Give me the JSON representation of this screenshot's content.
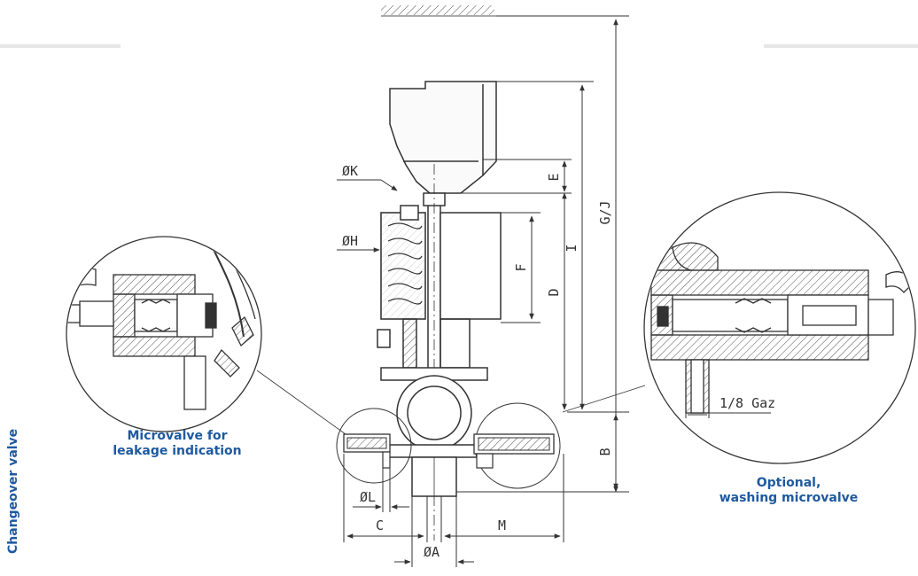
{
  "side_label": "Changeover valve",
  "captions": {
    "left": [
      "Microvalve for",
      "leakage indication"
    ],
    "right": [
      "Optional,",
      "washing microvalve"
    ]
  },
  "dimensions": {
    "K": "ØK",
    "H": "ØH",
    "E": "E",
    "F": "F",
    "D": "D",
    "I": "I",
    "GJ": "G/J",
    "B": "B",
    "L": "ØL",
    "C": "C",
    "M": "M",
    "A": "ØA"
  },
  "thread_label": "1/8 Gaz",
  "colors": {
    "accent": "#1e5aa0",
    "line": "#333333",
    "hatch": "#555555",
    "rule": "#e6e6e6"
  }
}
